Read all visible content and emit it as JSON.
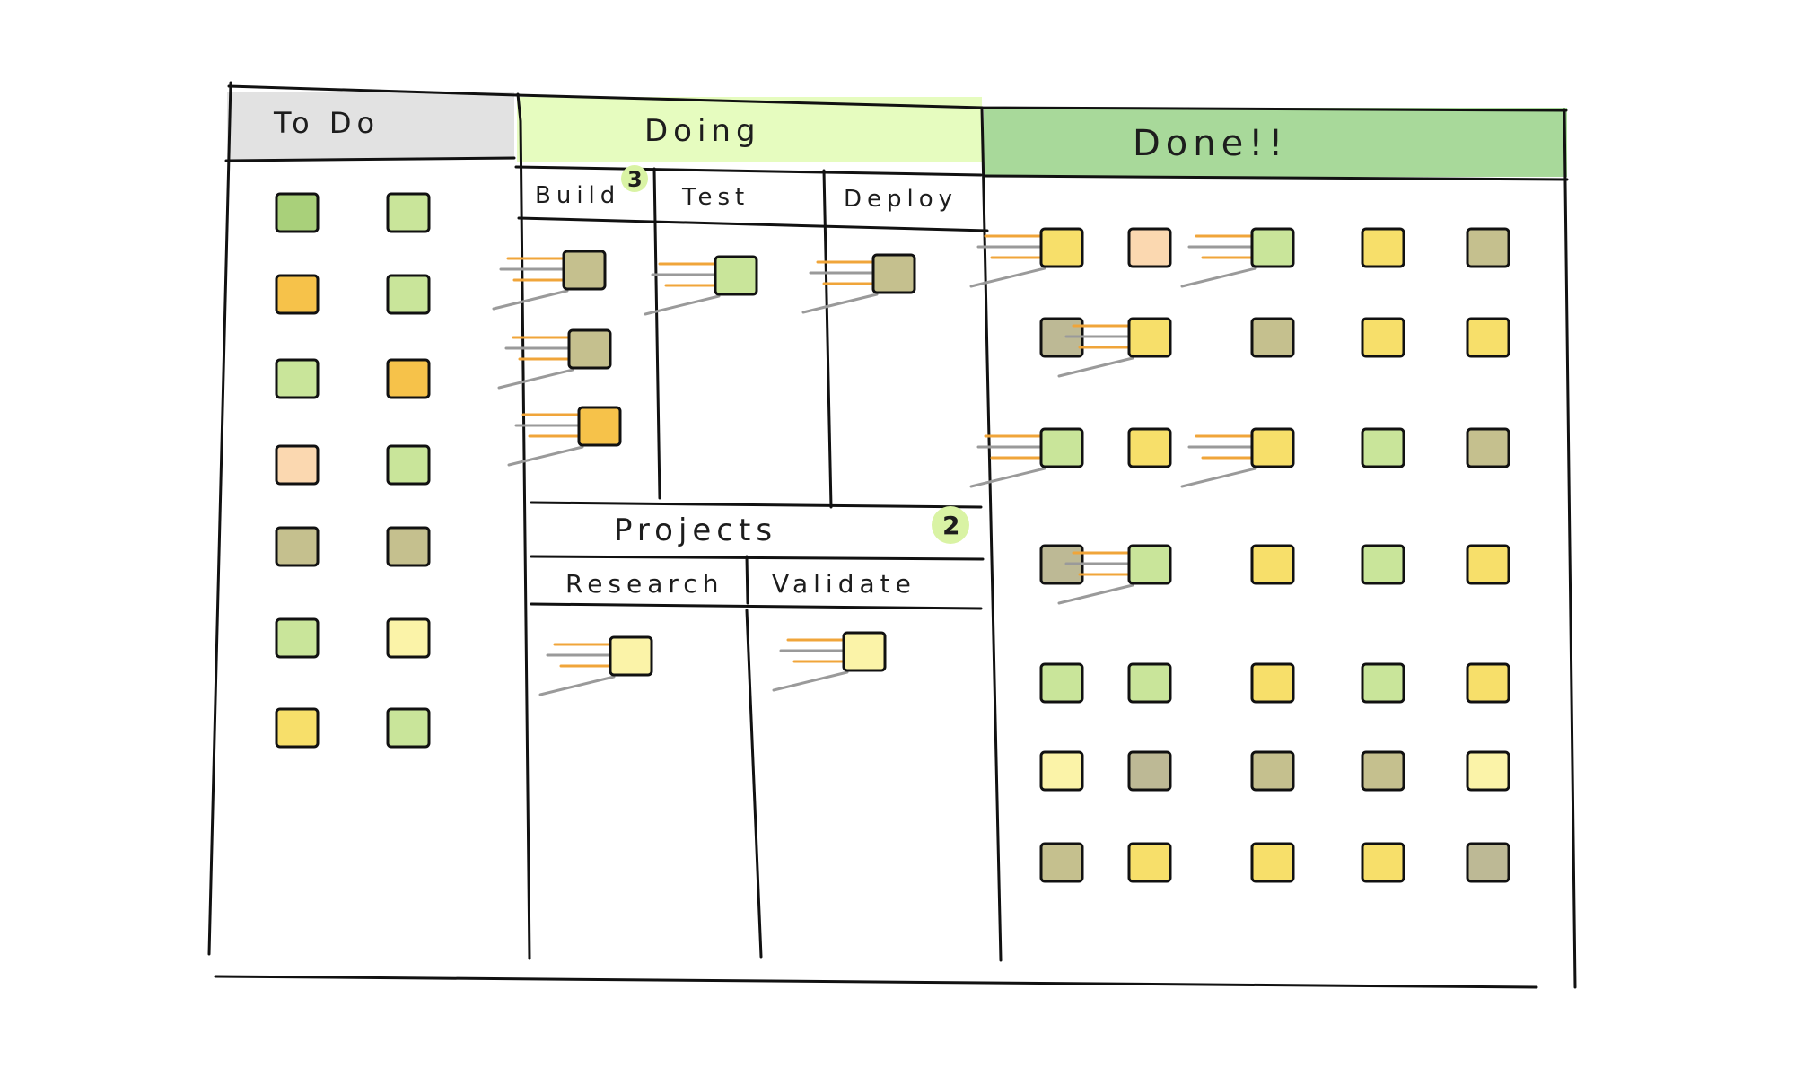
{
  "board": {
    "todo": {
      "title": "To Do",
      "header_color": "#e2e2e2"
    },
    "doing": {
      "title": "Doing",
      "header_color": "#e6fcbf",
      "stages": [
        {
          "label": "Build",
          "badge": "3"
        },
        {
          "label": "Test"
        },
        {
          "label": "Deploy"
        }
      ]
    },
    "projects": {
      "title": "Projects",
      "badge": "2",
      "stages": [
        {
          "label": "Research"
        },
        {
          "label": "Validate"
        }
      ]
    },
    "done": {
      "title": "Done!!",
      "header_color": "#a8d99a"
    }
  },
  "colors": {
    "green": "#a9d07a",
    "light_green": "#c9e59a",
    "yellow": "#f7df6a",
    "pale_yellow": "#fbf3a8",
    "orange": "#f6c24a",
    "peach": "#fbd8b0",
    "olive": "#c5c08e",
    "gray_olive": "#bdb995",
    "badge": "#d9f3a4",
    "motion_orange": "#f0a53a",
    "motion_gray": "#9a9a9a"
  },
  "cards": {
    "todo": [
      "green",
      "light_green",
      "orange",
      "light_green",
      "light_green",
      "orange",
      "peach",
      "light_green",
      "olive",
      "olive",
      "light_green",
      "pale_yellow",
      "yellow",
      "light_green"
    ],
    "build": [
      "olive",
      "olive",
      "orange"
    ],
    "test": [
      "light_green"
    ],
    "deploy": [
      "olive"
    ],
    "research": [
      "pale_yellow"
    ],
    "validate": [
      "pale_yellow"
    ],
    "done": [
      "yellow",
      "peach",
      "light_green",
      "yellow",
      "olive",
      "gray_olive",
      "yellow",
      "olive",
      "yellow",
      "yellow",
      "light_green",
      "yellow",
      "yellow",
      "light_green",
      "olive",
      "gray_olive",
      "light_green",
      "yellow",
      "light_green",
      "yellow",
      "light_green",
      "light_green",
      "yellow",
      "light_green",
      "yellow",
      "pale_yellow",
      "gray_olive",
      "olive",
      "olive",
      "pale_yellow",
      "olive",
      "yellow",
      "yellow",
      "yellow",
      "gray_olive"
    ]
  }
}
